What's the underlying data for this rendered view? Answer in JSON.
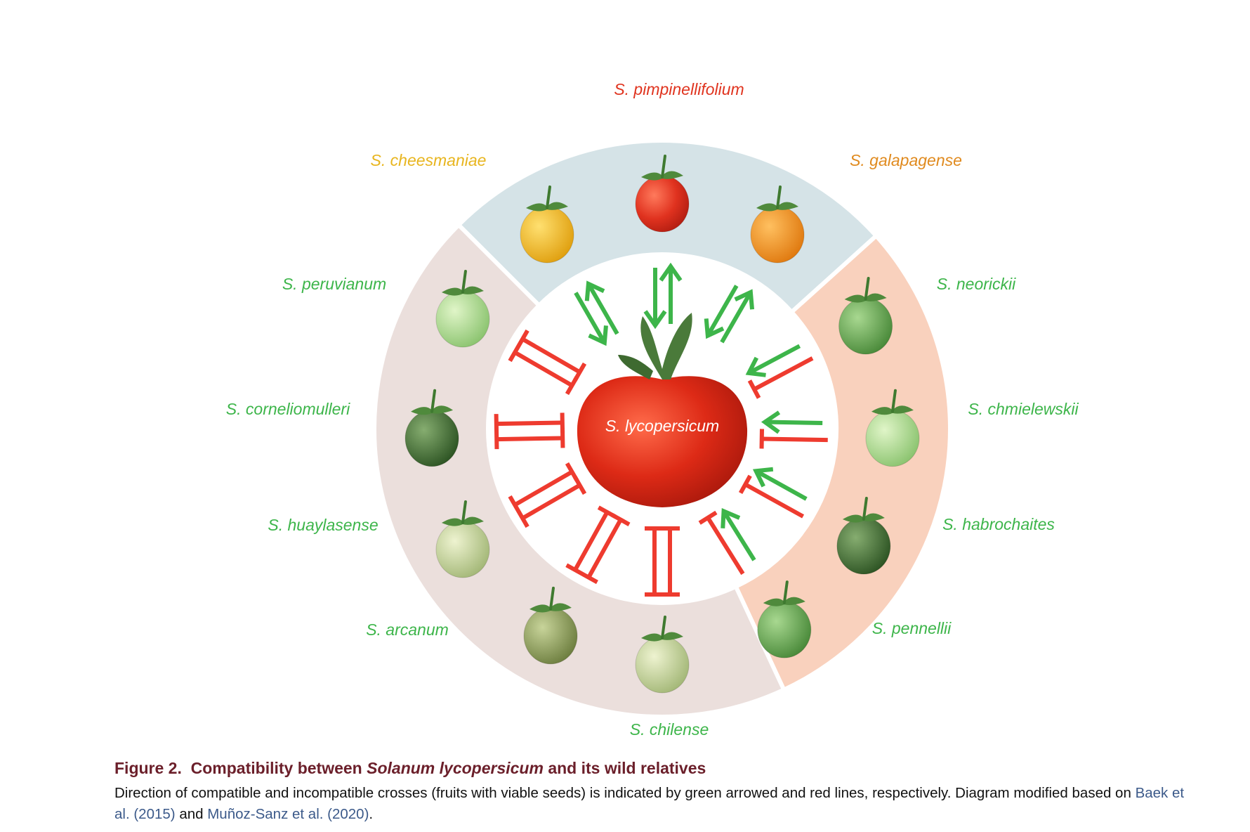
{
  "center_species": "S. lycopersicum",
  "species": [
    {
      "name": "S. pimpinellifolium",
      "group": "blue",
      "label_color": "#e0341f",
      "fruit": "red",
      "relation": "compatible-both"
    },
    {
      "name": "S. galapagense",
      "group": "blue",
      "label_color": "#e08a1e",
      "fruit": "orange",
      "relation": "compatible-both"
    },
    {
      "name": "S. neorickii",
      "group": "orange",
      "label_color": "#3db54a",
      "fruit": "green",
      "relation": "compatible-to-center"
    },
    {
      "name": "S. chmielewskii",
      "group": "orange",
      "label_color": "#3db54a",
      "fruit": "light-green",
      "relation": "compatible-to-center"
    },
    {
      "name": "S. habrochaites",
      "group": "orange",
      "label_color": "#3db54a",
      "fruit": "dark-green",
      "relation": "compatible-to-center"
    },
    {
      "name": "S. pennellii",
      "group": "orange",
      "label_color": "#3db54a",
      "fruit": "green",
      "relation": "compatible-to-center"
    },
    {
      "name": "S. chilense",
      "group": "pink",
      "label_color": "#3db54a",
      "fruit": "pale-green",
      "relation": "incompatible"
    },
    {
      "name": "S. arcanum",
      "group": "pink",
      "label_color": "#3db54a",
      "fruit": "olive",
      "relation": "incompatible"
    },
    {
      "name": "S. huaylasense",
      "group": "pink",
      "label_color": "#3db54a",
      "fruit": "pale-green",
      "relation": "incompatible"
    },
    {
      "name": "S. corneliomulleri",
      "group": "pink",
      "label_color": "#3db54a",
      "fruit": "dark-green",
      "relation": "incompatible"
    },
    {
      "name": "S. peruvianum",
      "group": "pink",
      "label_color": "#3db54a",
      "fruit": "light-green",
      "relation": "incompatible"
    },
    {
      "name": "S. cheesmaniae",
      "group": "blue",
      "label_color": "#e8b51e",
      "fruit": "yellow",
      "relation": "compatible-both"
    }
  ],
  "colors": {
    "blue_sector": "#d5e3e7",
    "orange_sector": "#f9d1bd",
    "pink_sector": "#ebdfdc",
    "compatible": "#3db54a",
    "incompatible": "#ee3b2f"
  },
  "caption": {
    "figure_label": "Figure 2.",
    "title_pre": "Compatibility between",
    "title_italic": "Solanum lycopersicum",
    "title_post": "and its wild relatives",
    "body_1": "Direction of compatible and incompatible crosses (fruits with viable seeds) is indicated by green arrowed and red lines, respectively. Diagram modified based on",
    "ref_1": "Baek et al. (2015)",
    "body_2": "and",
    "ref_2": "Muñoz-Sanz et al. (2020)",
    "body_3": "."
  }
}
